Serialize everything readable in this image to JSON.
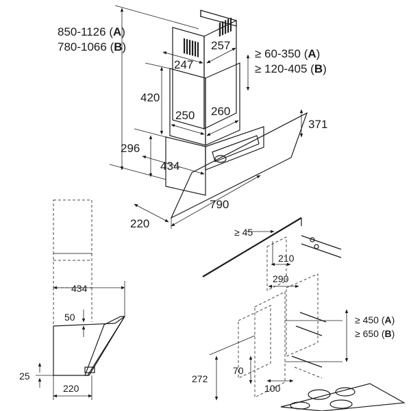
{
  "views": {
    "perspective": {
      "height_a": "850-1126",
      "height_b": "780-1066",
      "chimney_top_width": "247",
      "chimney_top_depth": "257",
      "gap_a": "≥ 60-350",
      "gap_b": "≥ 120-405",
      "lower_chimney_height": "420",
      "chimney_width": "250",
      "chimney_depth": "260",
      "glass_height": "371",
      "body_height": "296",
      "body_depth": "434",
      "width": "790",
      "glass_depth": "220"
    },
    "side": {
      "depth": "434",
      "duct_offset": "50",
      "bottom_height": "25",
      "bottom_depth": "220"
    },
    "mounting": {
      "side_clearance": "≥ 45",
      "bracket_width": "210",
      "chimney_mount_width": "290",
      "height_a": "≥ 450",
      "height_b": "≥ 650",
      "lower_offset": "70",
      "lower_height": "272",
      "bottom_width": "100"
    },
    "variant_a": "A",
    "variant_b": "B"
  }
}
